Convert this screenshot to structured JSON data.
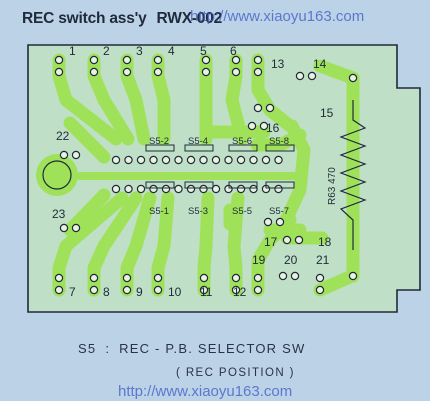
{
  "title": {
    "part": "REC switch ass'y",
    "model": "RWX-002"
  },
  "watermark": "http://www.xiaoyu163.com",
  "terminals": [
    "1",
    "2",
    "3",
    "4",
    "5",
    "6",
    "13",
    "14",
    "15",
    "16",
    "17",
    "18",
    "19",
    "20",
    "21",
    "22",
    "23",
    "7",
    "8",
    "9",
    "10",
    "11",
    "12"
  ],
  "switch_labels": [
    "S5-2",
    "S5-4",
    "S5-6",
    "S5-8",
    "S5-1",
    "S5-3",
    "S5-5",
    "S5-7"
  ],
  "resistor": {
    "ref": "R63",
    "value": "470"
  },
  "legend": {
    "symbol": "S5",
    "separator": ":",
    "description": "REC - P.B. SELECTOR SW"
  },
  "position_note": "( REC POSITION )",
  "colors": {
    "background": "#bcd2e7",
    "board": "#bfe0c6",
    "trace": "#9fe25a",
    "text": "#1f2a3a",
    "watermark": "#3f5fc8"
  }
}
